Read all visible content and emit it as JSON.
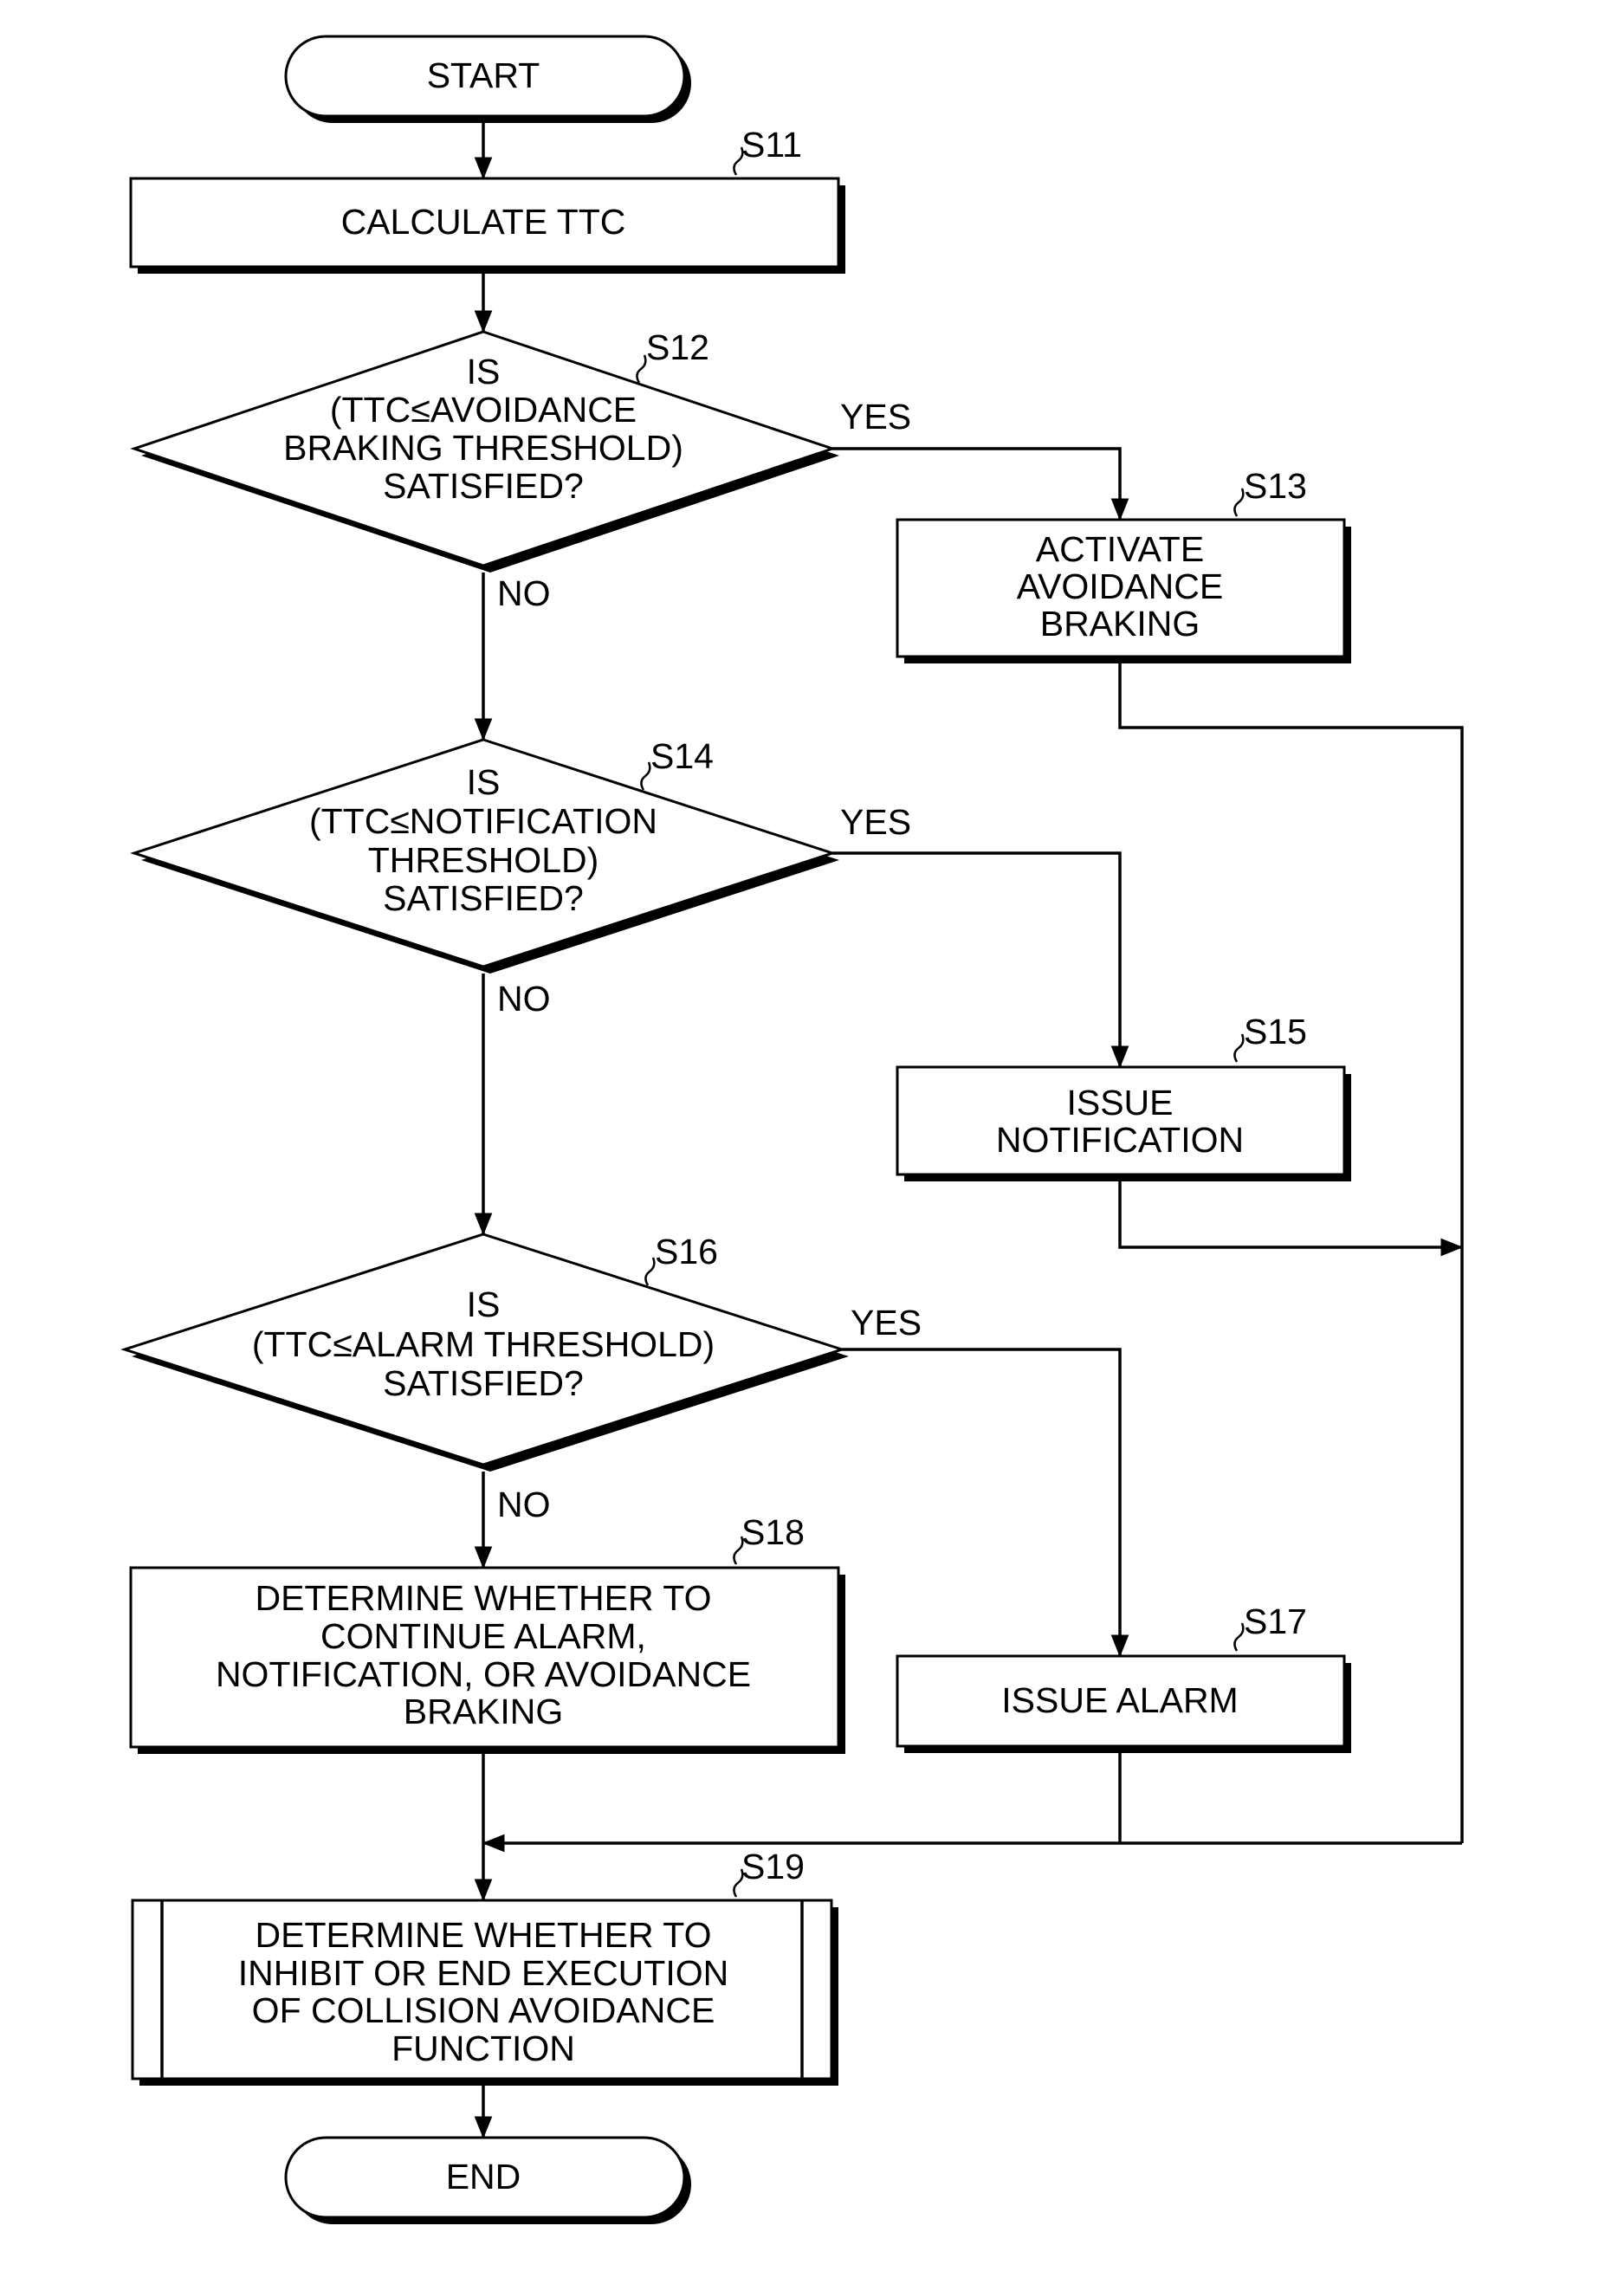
{
  "start": "START",
  "end": "END",
  "yes": "YES",
  "no": "NO",
  "steps": {
    "s11": {
      "id": "S11",
      "lines": [
        "CALCULATE TTC"
      ]
    },
    "s12": {
      "id": "S12",
      "lines": [
        "IS",
        "(TTC≤AVOIDANCE",
        "BRAKING THRESHOLD)",
        "SATISFIED?"
      ]
    },
    "s13": {
      "id": "S13",
      "lines": [
        "ACTIVATE",
        "AVOIDANCE",
        "BRAKING"
      ]
    },
    "s14": {
      "id": "S14",
      "lines": [
        "IS",
        "(TTC≤NOTIFICATION",
        "THRESHOLD)",
        "SATISFIED?"
      ]
    },
    "s15": {
      "id": "S15",
      "lines": [
        "ISSUE",
        "NOTIFICATION"
      ]
    },
    "s16": {
      "id": "S16",
      "lines": [
        "IS",
        "(TTC≤ALARM THRESHOLD)",
        "SATISFIED?"
      ]
    },
    "s17": {
      "id": "S17",
      "lines": [
        "ISSUE ALARM"
      ]
    },
    "s18": {
      "id": "S18",
      "lines": [
        "DETERMINE WHETHER TO",
        "CONTINUE ALARM,",
        "NOTIFICATION, OR AVOIDANCE",
        "BRAKING"
      ]
    },
    "s19": {
      "id": "S19",
      "lines": [
        "DETERMINE WHETHER TO",
        "INHIBIT OR END EXECUTION",
        "OF COLLISION AVOIDANCE",
        "FUNCTION"
      ]
    }
  }
}
